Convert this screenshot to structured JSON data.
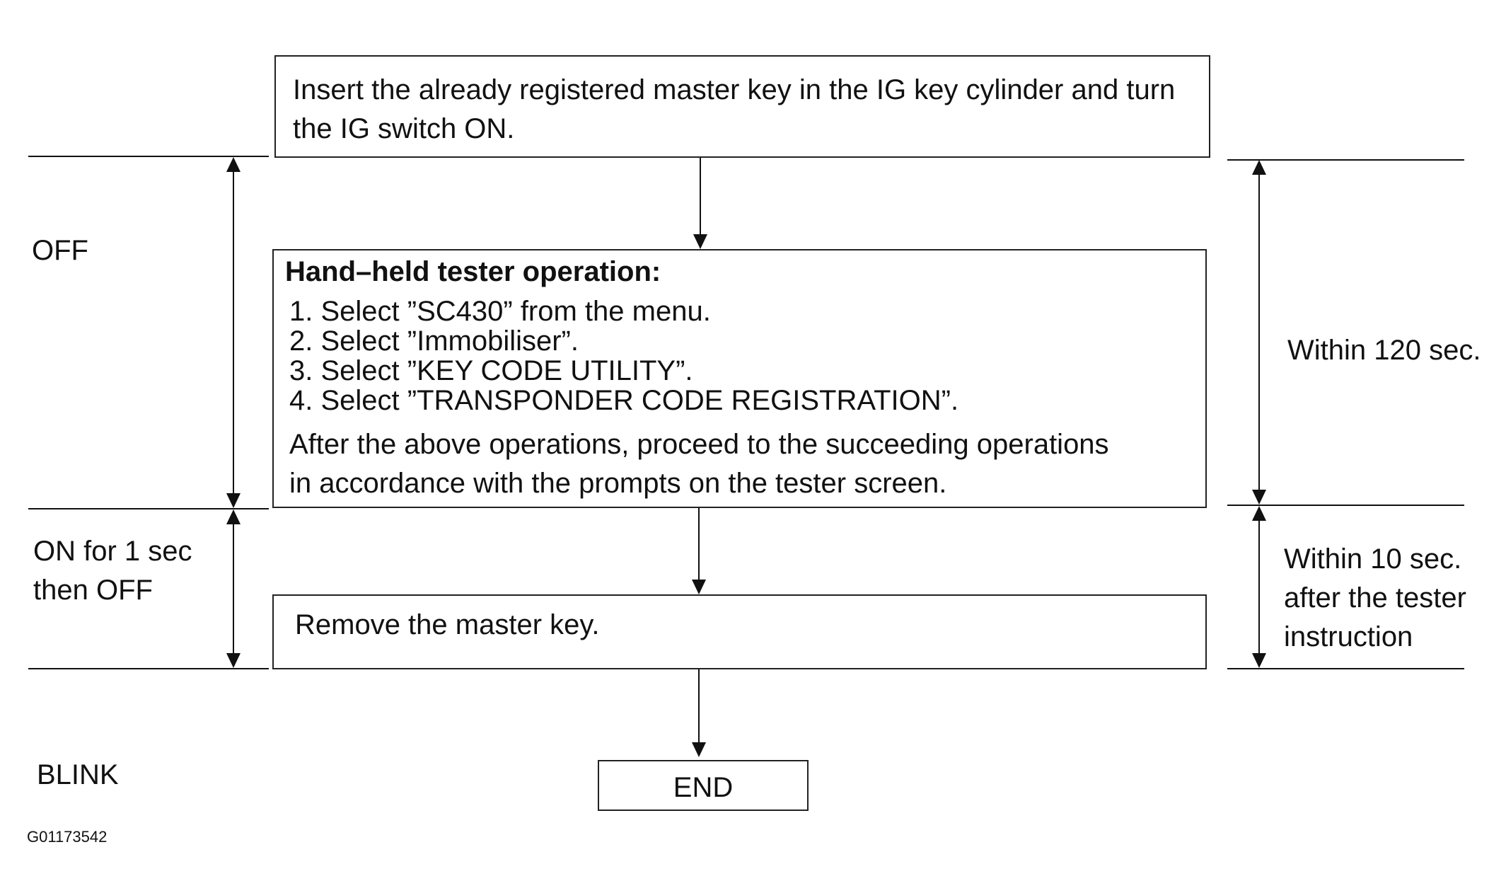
{
  "boxes": {
    "insert": {
      "lines": [
        "Insert the already registered master key in the IG key cylinder and turn",
        "the IG switch ON."
      ]
    },
    "tester": {
      "heading": "Hand–held tester operation:",
      "steps": [
        "1. Select ”SC430” from the menu.",
        "2. Select ”Immobiliser”.",
        "3. Select ”KEY CODE UTILITY”.",
        "4. Select ”TRANSPONDER CODE REGISTRATION”."
      ],
      "note": [
        "After the above operations, proceed to the succeeding operations",
        "in accordance with the prompts on the tester screen."
      ]
    },
    "remove": {
      "text": "Remove the master key."
    },
    "end": {
      "text": "END"
    }
  },
  "indicator_labels": {
    "off": "OFF",
    "on_then_off": [
      "ON for 1 sec",
      "then OFF"
    ],
    "blink": "BLINK"
  },
  "time_labels": {
    "within_120": "Within 120 sec.",
    "within_10": [
      "Within 10 sec.",
      "after the tester",
      "instruction"
    ]
  },
  "figure_id": "G01173542"
}
